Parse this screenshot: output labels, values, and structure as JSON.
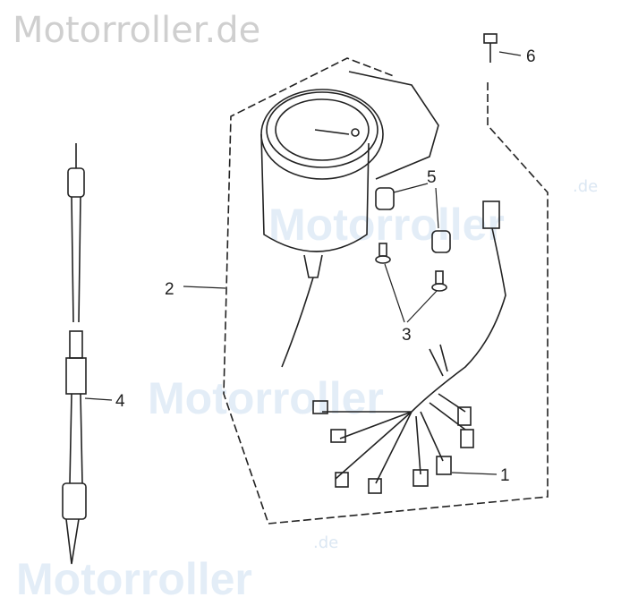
{
  "watermarks": {
    "top_left": "Motorroller.de",
    "mid_right": "Motorroller",
    "mid_right_de": ".de",
    "center": "Motorroller",
    "bottom": "Motorroller",
    "bottom_de": ".de"
  },
  "callouts": [
    "1",
    "2",
    "3",
    "4",
    "5",
    "6"
  ]
}
